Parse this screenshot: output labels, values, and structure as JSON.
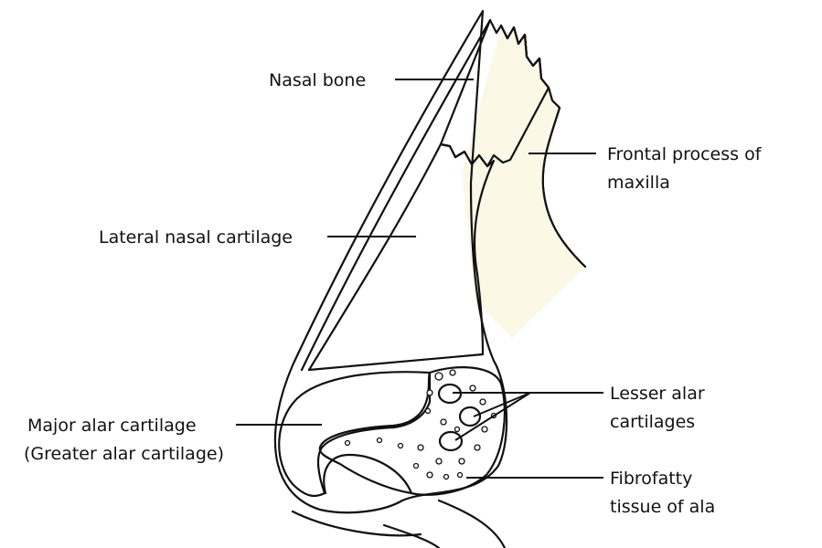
{
  "colors": {
    "bone": "#fbf8e6",
    "cartilage": "#e9edf7",
    "fibrofatty": "#f7f2c9",
    "outline": "#111111"
  },
  "labels": {
    "nasal_bone": "Nasal bone",
    "frontal_process_line1": "Frontal process of",
    "frontal_process_line2": "maxilla",
    "lateral_nasal_cartilage": "Lateral nasal cartilage",
    "major_alar_line1": "Major alar cartilage",
    "major_alar_line2": "(Greater alar cartilage)",
    "lesser_alar_line1": "Lesser alar",
    "lesser_alar_line2": "cartilages",
    "fibrofatty_line1": "Fibrofatty",
    "fibrofatty_line2": "tissue of ala"
  }
}
